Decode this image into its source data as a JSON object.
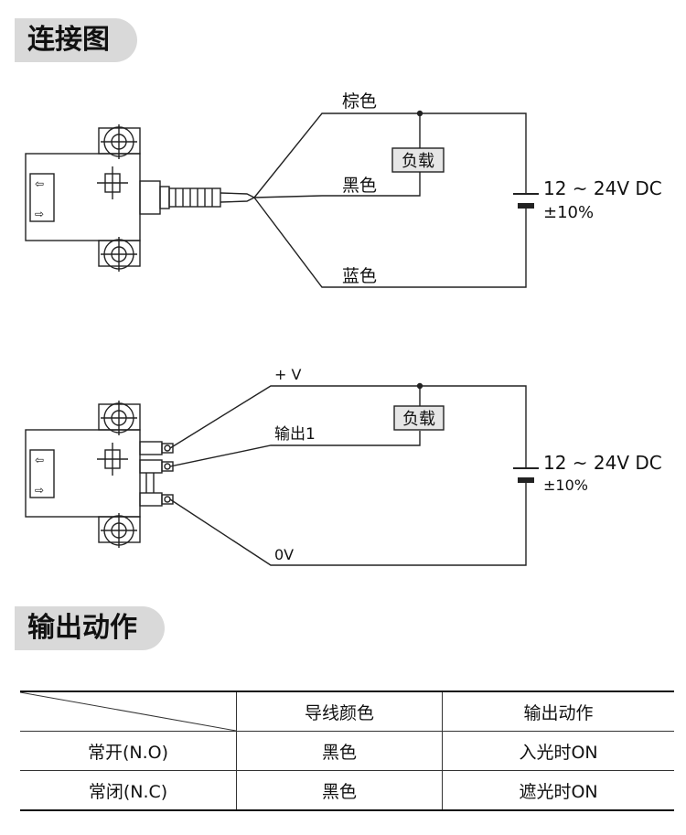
{
  "connection": {
    "title": "连接图",
    "diagram1": {
      "wire_brown": "棕色",
      "wire_black": "黑色",
      "wire_blue": "蓝色",
      "load": "负载",
      "supply_voltage": "12 ~ 24V DC",
      "supply_tolerance": "±10%"
    },
    "diagram2": {
      "wire_plus": "+ V",
      "wire_output": "输出1",
      "wire_zero": "0V",
      "load": "负载",
      "supply_voltage": "12 ~ 24V DC",
      "supply_tolerance": "±10%"
    }
  },
  "output_action": {
    "title": "输出动作",
    "table": {
      "headers": [
        "导线颜色",
        "输出动作"
      ],
      "rows": [
        {
          "mode": "常开(N.O)",
          "color": "黑色",
          "action": "入光时ON"
        },
        {
          "mode": "常闭(N.C)",
          "color": "黑色",
          "action": "遮光时ON"
        }
      ]
    }
  }
}
